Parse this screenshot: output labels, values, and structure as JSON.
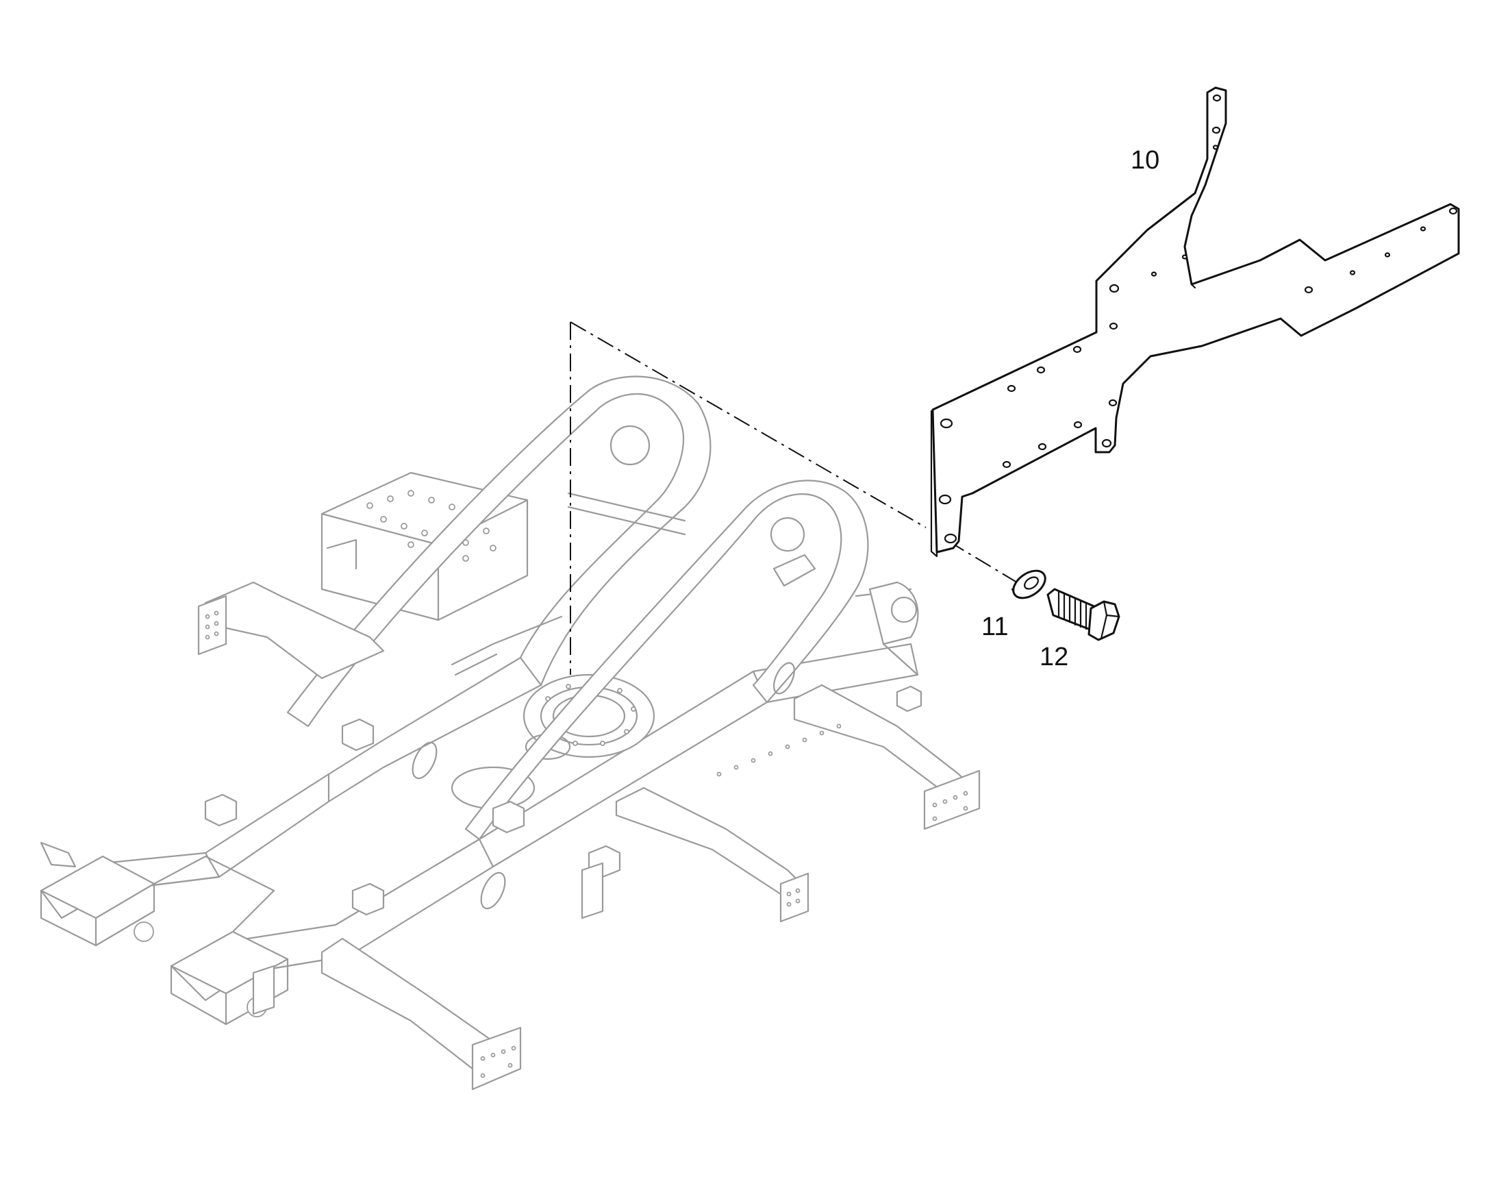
{
  "diagram": {
    "callouts": [
      {
        "id": "10",
        "label": "10"
      },
      {
        "id": "11",
        "label": "11"
      },
      {
        "id": "12",
        "label": "12"
      }
    ],
    "colors": {
      "line": "#111111",
      "frame": "#9a9a9a",
      "background": "#ffffff"
    }
  }
}
